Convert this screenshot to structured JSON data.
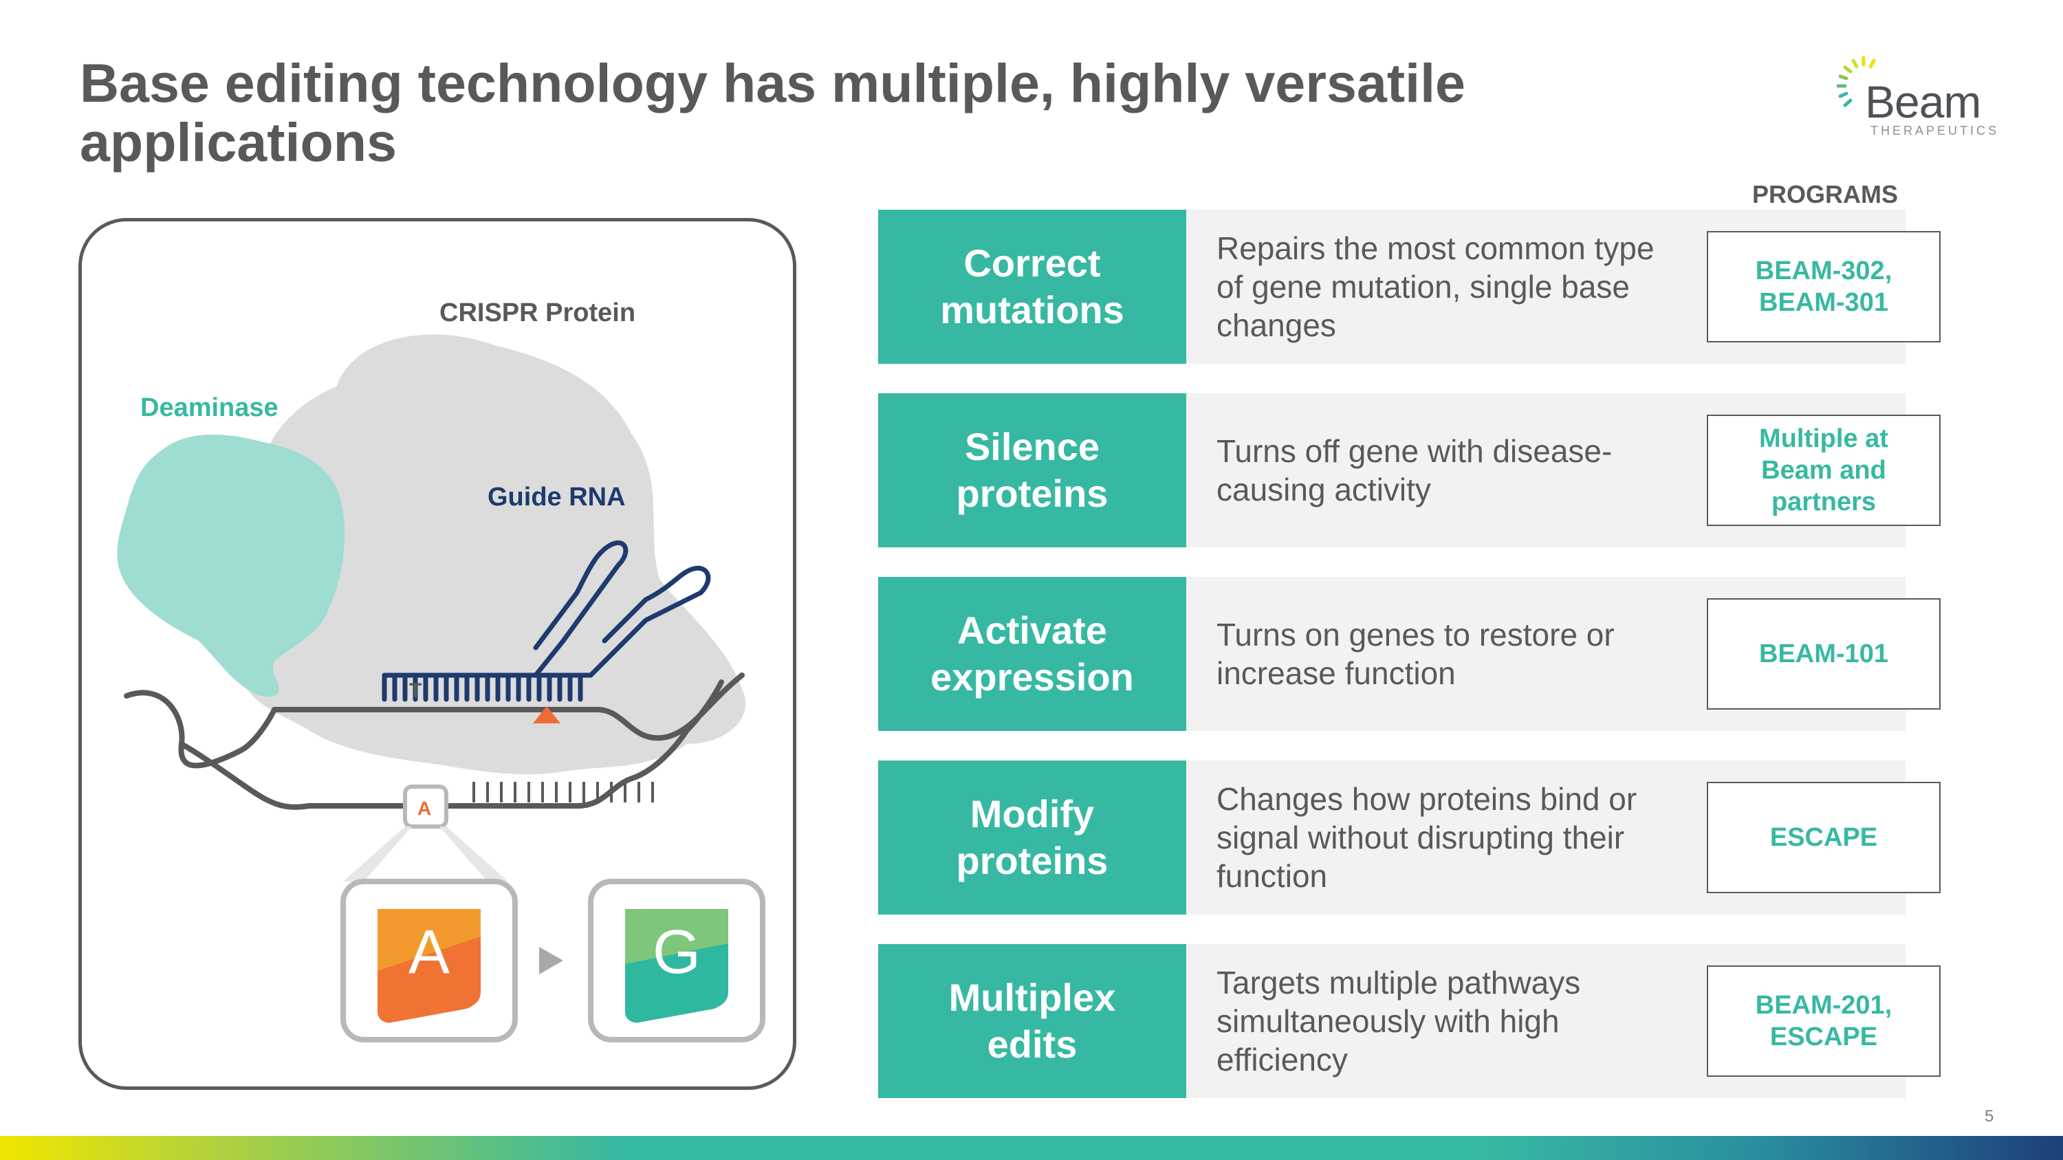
{
  "slide": {
    "title": "Base editing technology has multiple, highly versatile applications",
    "page_number": "5"
  },
  "logo": {
    "name": "Beam",
    "subtitle": "THERAPEUTICS"
  },
  "programs_header": "PROGRAMS",
  "diagram": {
    "labels": {
      "crispr_protein": "CRISPR Protein",
      "deaminase": "Deaminase",
      "guide_rna": "Guide RNA",
      "base_t": "T",
      "base_a_small": "A",
      "base_a": "A",
      "base_g": "G"
    }
  },
  "rows": [
    {
      "category": "Correct\nmutations",
      "description": "Repairs the most common type of gene mutation, single base changes",
      "programs": "BEAM-302,\nBEAM-301"
    },
    {
      "category": "Silence\nproteins",
      "description": "Turns off gene with disease-causing activity",
      "programs": "Multiple at\nBeam and\npartners"
    },
    {
      "category": "Activate\nexpression",
      "description": "Turns on genes to restore or increase function",
      "programs": "BEAM-101"
    },
    {
      "category": "Modify\nproteins",
      "description": "Changes how proteins bind or signal without disrupting their function",
      "programs": "ESCAPE"
    },
    {
      "category": "Multiplex\nedits",
      "description": "Targets multiple pathways simultaneously with high efficiency",
      "programs": "BEAM-201,\nESCAPE"
    }
  ],
  "colors": {
    "teal": "#37b8a2",
    "navy": "#1e3a6e",
    "orange": "#ef6b35",
    "text_gray": "#595959"
  }
}
